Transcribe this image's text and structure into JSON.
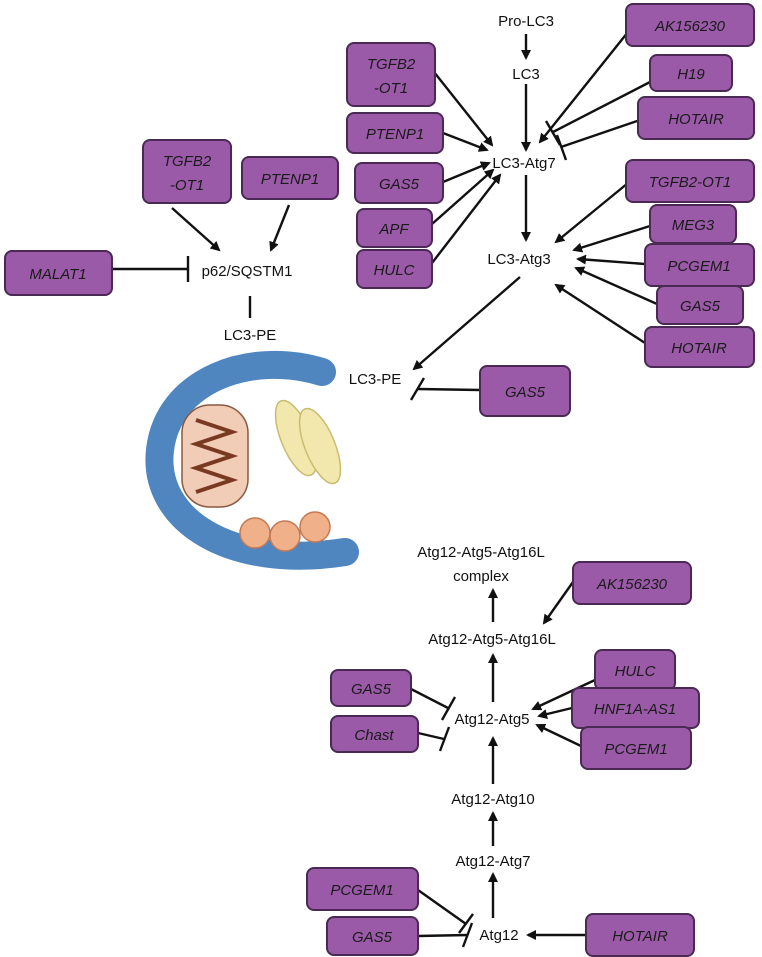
{
  "colors": {
    "box_fill": "#9a5aa8",
    "box_stroke": "#4a2a55",
    "membrane": "#4f86c0",
    "mito_fill": "#f1cdb8",
    "mito_cristae": "#7a3a22",
    "er_fill": "#f2e7ad",
    "vesicle": "#f0b08a"
  },
  "nodes": {
    "pro_lc3": "Pro-LC3",
    "lc3": "LC3",
    "lc3_atg7": "LC3-Atg7",
    "lc3_atg3": "LC3-Atg3",
    "lc3_pe_main": "LC3-PE",
    "p62": "p62/SQSTM1",
    "lc3_pe_left": "LC3-PE",
    "complex_line1": "Atg12-Atg5-Atg16L",
    "complex_line2": "complex",
    "atg12_atg5_atg16l": "Atg12-Atg5-Atg16L",
    "atg12_atg5": "Atg12-Atg5",
    "atg12_atg10": "Atg12-Atg10",
    "atg12_atg7": "Atg12-Atg7",
    "atg12": "Atg12"
  },
  "boxes": {
    "ak156230_top": "AK156230",
    "h19": "H19",
    "hotair_top": "HOTAIR",
    "tgfb2_ot1_top_line1": "TGFB2",
    "tgfb2_ot1_top_line2": "-OT1",
    "ptenp1_mid": "PTENP1",
    "gas5_mid": "GAS5",
    "apf": "APF",
    "hulc_mid": "HULC",
    "tgfb2_ot1_right": "TGFB2-OT1",
    "meg3": "MEG3",
    "pcgem1_right": "PCGEM1",
    "gas5_right": "GAS5",
    "hotair_right": "HOTAIR",
    "tgfb2_ot1_left_line1": "TGFB2",
    "tgfb2_ot1_left_line2": "-OT1",
    "ptenp1_left": "PTENP1",
    "malat1": "MALAT1",
    "gas5_lc3pe": "GAS5",
    "ak156230_bottom": "AK156230",
    "hulc_bottom": "HULC",
    "hnf1a_as1": "HNF1A-AS1",
    "pcgem1_bottom": "PCGEM1",
    "gas5_atg12_atg5": "GAS5",
    "chast": "Chast",
    "pcgem1_atg12": "PCGEM1",
    "gas5_atg12": "GAS5",
    "hotair_atg12": "HOTAIR"
  }
}
